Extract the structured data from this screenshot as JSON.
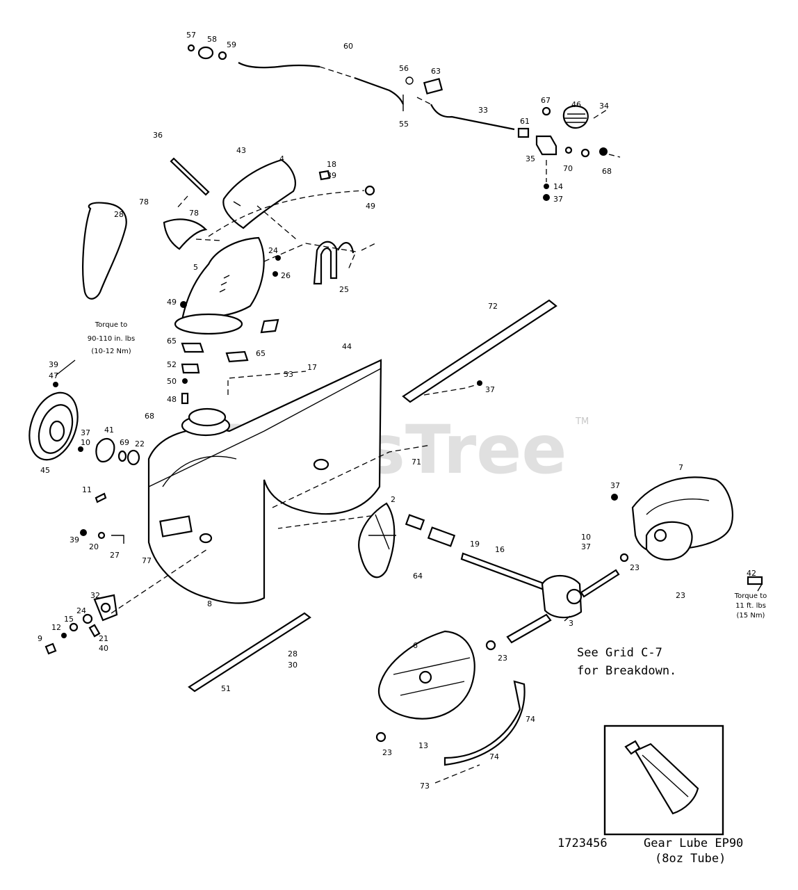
{
  "watermark": {
    "text": "PartsTree",
    "tm": "TM"
  },
  "labels": {
    "p57": "57",
    "p58": "58",
    "p59": "59",
    "p60": "60",
    "p56": "56",
    "p63": "63",
    "p55": "55",
    "p33": "33",
    "p67": "67",
    "p46": "46",
    "p34": "34",
    "p61": "61",
    "p35": "35",
    "p70": "70",
    "p68a": "68",
    "p14": "14",
    "p37a": "37",
    "p36": "36",
    "p43": "43",
    "p4": "4",
    "p18": "18",
    "p39a": "39",
    "p49a": "49",
    "p78a": "78",
    "p78b": "78",
    "p28": "28",
    "p24": "24",
    "p26": "26",
    "p25": "25",
    "p5": "5",
    "p49b": "49",
    "p65a": "65",
    "p65b": "65",
    "p52": "52",
    "p50": "50",
    "p48": "48",
    "p44": "44",
    "p17": "17",
    "p53": "53",
    "p72": "72",
    "p37b": "37",
    "p39b": "39",
    "p47": "47",
    "p45": "45",
    "p37c": "37",
    "p10a": "10",
    "p41": "41",
    "p68b": "68",
    "p69": "69",
    "p22": "22",
    "p11": "11",
    "p71": "71",
    "p7": "7",
    "p37d": "37",
    "p2": "2",
    "p10b": "10",
    "p37e": "37",
    "p42": "42",
    "p19": "19",
    "p16": "16",
    "p23a": "23",
    "p23b": "23",
    "p64": "64",
    "p39c": "39",
    "p20": "20",
    "p27": "27",
    "p77": "77",
    "p8": "8",
    "p3": "3",
    "p32": "32",
    "p15": "15",
    "p24b": "24",
    "p12": "12",
    "p9": "9",
    "p21": "21",
    "p40": "40",
    "p28b": "28",
    "p30": "30",
    "p51": "51",
    "p6": "6",
    "p23c": "23",
    "p23d": "23",
    "p13": "13",
    "p74a": "74",
    "p74b": "74",
    "p73": "73"
  },
  "notes": {
    "torque_pulley": [
      "Torque to",
      "90-110 in. lbs",
      "(10-12 Nm)"
    ],
    "torque_auger": [
      "Torque to",
      "11 ft. lbs",
      "(15 Nm)"
    ],
    "see_grid": [
      "See Grid C-7",
      "for Breakdown."
    ]
  },
  "inset": {
    "part_number": "1723456",
    "desc_line1": "Gear Lube EP90",
    "desc_line2": "(8oz Tube)"
  }
}
